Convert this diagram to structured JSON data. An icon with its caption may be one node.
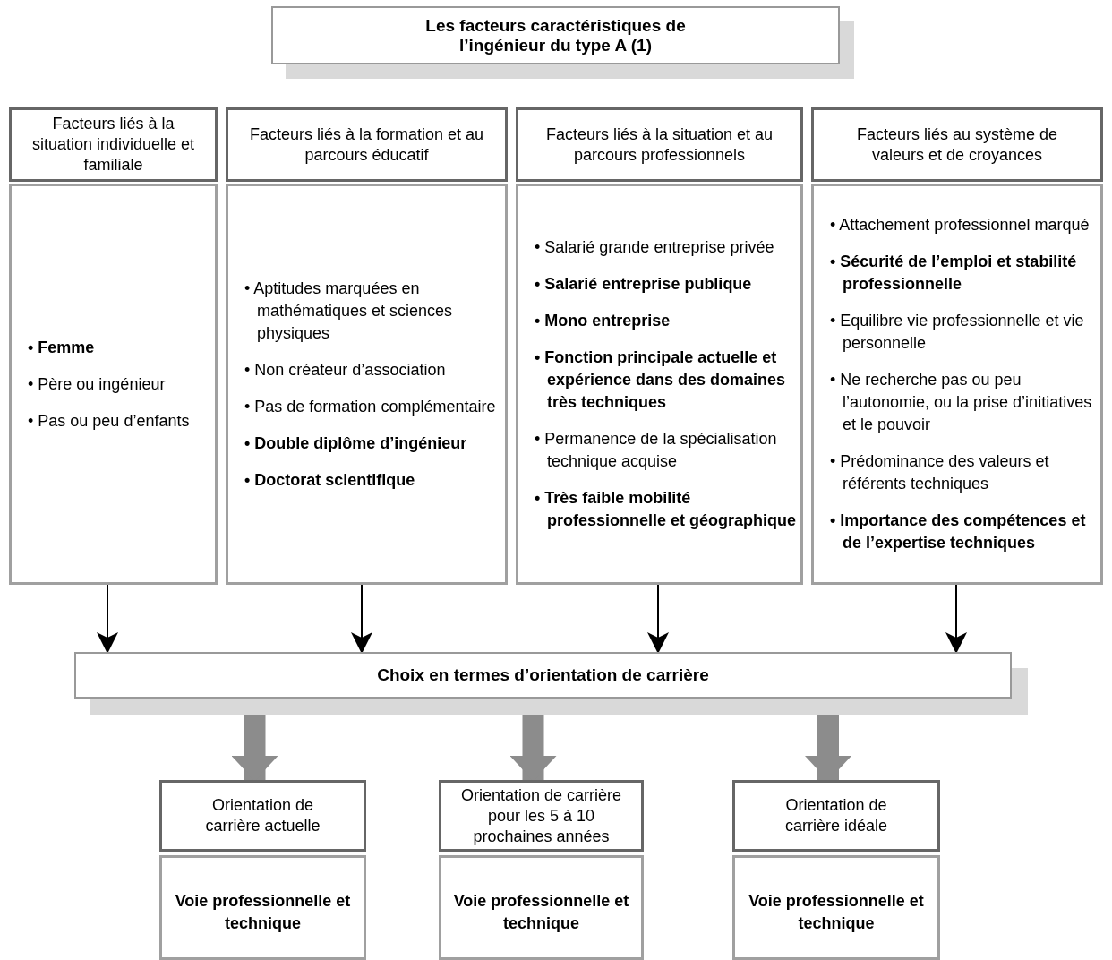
{
  "diagram": {
    "nodes": [
      {
        "text": [
          "Les facteurs caractéristiques de l’ingénieur du type A (1)"
        ]
      },
      {
        "text": [
          "Facteurs liés à la situation individuelle et familiale"
        ]
      },
      {
        "text": [
          "Facteurs liés à la formation et au parcours éducatif"
        ]
      },
      {
        "text": [
          "Facteurs liés à la situation et au parcours professionnels"
        ]
      },
      {
        "text": [
          "Facteurs liés au système de valeurs et de croyances"
        ]
      },
      {
        "text": [
          "**• Femme**",
          "• Père ou ingénieur",
          "• Pas ou peu d’enfants"
        ]
      },
      {
        "text": [
          "• Aptitudes marquées en mathématiques et sciences physiques",
          "• Non créateur d’association",
          "• Pas de formation complémentaire",
          "**• Double diplôme d’ingénieur**",
          "**• Doctorat scientifique**"
        ]
      },
      {
        "text": [
          "• Salarié grande entreprise privée",
          "**• Salarié entreprise publique**",
          "**• Mono entreprise**",
          "**• Fonction principale actuelle et expérience dans des domaines très techniques**",
          "• Permanence de la spécialisation technique acquise",
          "**• Très faible mobilité professionnelle et géographique**"
        ]
      },
      {
        "text": [
          "• Attachement professionnel marqué",
          "**• Sécurité de l’emploi et stabilité professionnelle**",
          "• Equilibre vie professionnelle et vie personnelle",
          "• Ne recherche pas ou peu l’autonomie, ou la prise d’initiatives et le pouvoir",
          "• Prédominance des valeurs et référents techniques",
          "**• Importance des compétences et de l’expertise techniques**"
        ]
      },
      {
        "text": [
          "Choix en termes d’orientation de carrière"
        ]
      },
      {
        "text": [
          "Orientation de carrière actuelle"
        ]
      },
      {
        "text": [
          "Orientation de carrière pour les 5 à 10 prochaines années"
        ]
      },
      {
        "text": [
          "Orientation de carrière idéale"
        ]
      },
      {
        "text": [
          "Voie professionnelle et technique"
        ]
      },
      {
        "text": [
          "Voie professionnelle et technique"
        ]
      },
      {
        "text": [
          "Voie professionnelle et technique"
        ]
      }
    ],
    "edges": [
      {
        "from": 5,
        "to": 9,
        "arrow": "to"
      },
      {
        "from": 6,
        "to": 9,
        "arrow": "to"
      },
      {
        "from": 7,
        "to": 9,
        "arrow": "to"
      },
      {
        "from": 8,
        "to": 9,
        "arrow": "to"
      },
      {
        "from": 9,
        "to": 10,
        "arrow": "to",
        "style": "thick",
        "color": "#8c8c8c"
      },
      {
        "from": 9,
        "to": 11,
        "arrow": "to",
        "style": "thick",
        "color": "#8c8c8c"
      },
      {
        "from": 9,
        "to": 12,
        "arrow": "to",
        "style": "thick",
        "color": "#8c8c8c"
      }
    ]
  }
}
